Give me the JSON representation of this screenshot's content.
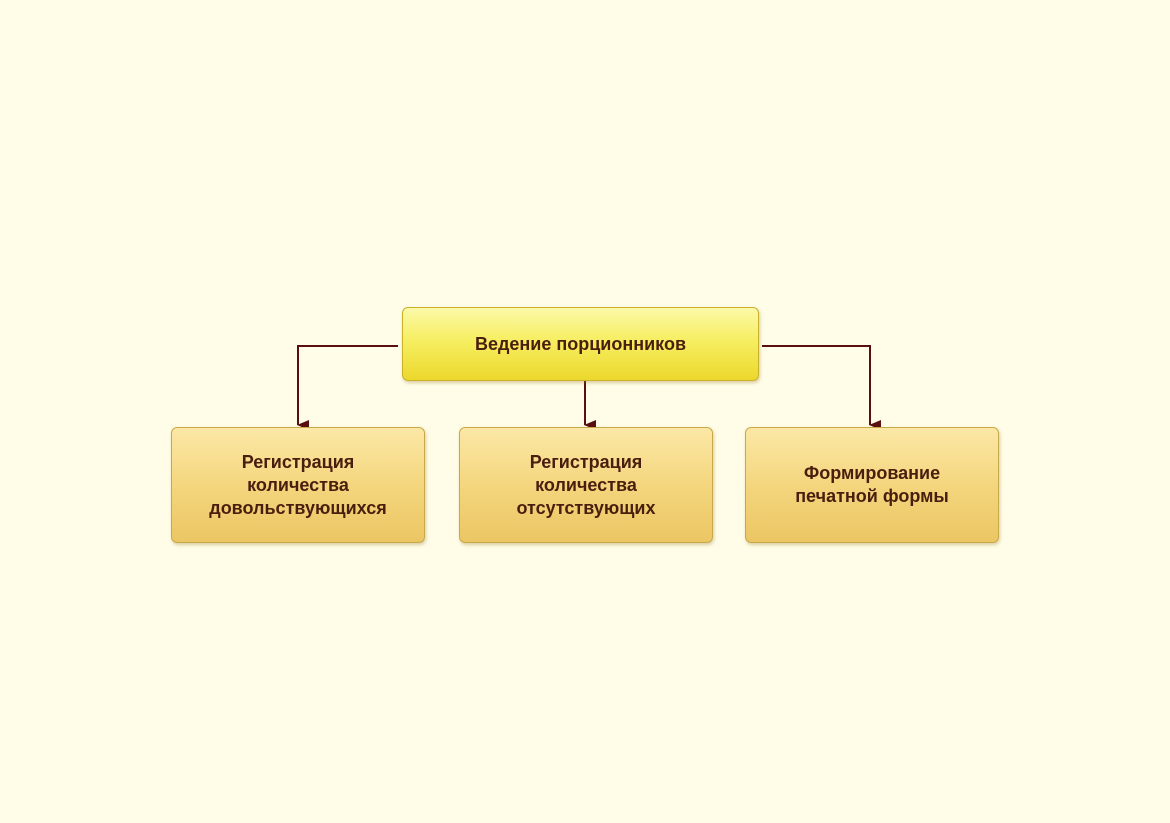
{
  "diagram": {
    "root": {
      "label": "Ведение порционников"
    },
    "children": [
      {
        "label": "Регистрация\nколичества\nдовольствующихся"
      },
      {
        "label": "Регистрация\nколичества\nотсутствующих"
      },
      {
        "label": "Формирование\nпечатной формы"
      }
    ]
  },
  "colors": {
    "background": "#fffde7",
    "connector": "#5a0f0f",
    "text": "#4a1e0e",
    "root_fill": "#f6ee62",
    "child_fill": "#f4d67e"
  }
}
